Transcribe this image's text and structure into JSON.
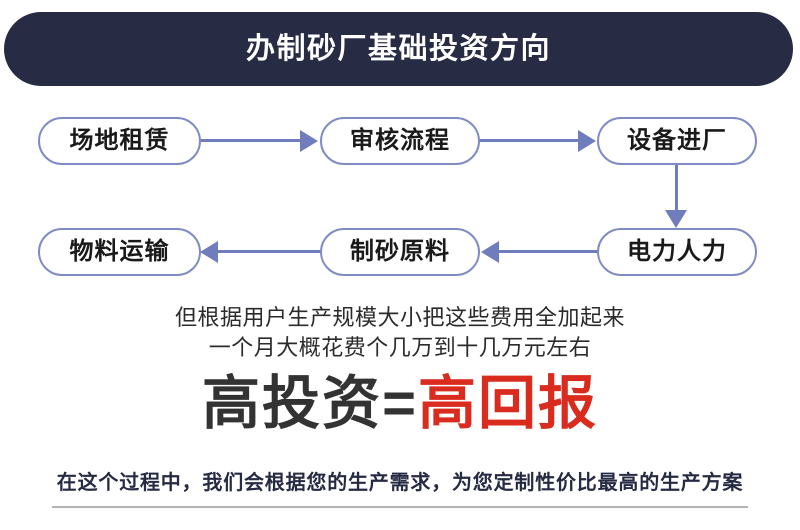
{
  "header": {
    "title": "办制砂厂基础投资方向",
    "background_color": "#272b43",
    "text_color": "#ffffff"
  },
  "flowchart": {
    "node_border_color": "#7f8cc4",
    "connector_color": "#6f7dbd",
    "nodes": [
      {
        "id": "site-rental",
        "label": "场地租赁",
        "row": 1,
        "col": 1
      },
      {
        "id": "review-process",
        "label": "审核流程",
        "row": 1,
        "col": 2
      },
      {
        "id": "equipment-intake",
        "label": "设备进厂",
        "row": 1,
        "col": 3
      },
      {
        "id": "material-transport",
        "label": "物料运输",
        "row": 2,
        "col": 1
      },
      {
        "id": "sand-raw-material",
        "label": "制砂原料",
        "row": 2,
        "col": 2
      },
      {
        "id": "power-manpower",
        "label": "电力人力",
        "row": 2,
        "col": 3
      }
    ],
    "connectors": [
      {
        "from": "site-rental",
        "to": "review-process",
        "direction": "right"
      },
      {
        "from": "review-process",
        "to": "equipment-intake",
        "direction": "right"
      },
      {
        "from": "equipment-intake",
        "to": "power-manpower",
        "direction": "down"
      },
      {
        "from": "power-manpower",
        "to": "sand-raw-material",
        "direction": "left"
      },
      {
        "from": "sand-raw-material",
        "to": "material-transport",
        "direction": "left"
      }
    ]
  },
  "body": {
    "line1": "但根据用户生产规模大小把这些费用全加起来",
    "line2": "一个月大概花费个几万到十几万元左右"
  },
  "headline": {
    "part1": "高投资",
    "equals": "=",
    "part2": "高回报",
    "part1_color": "#333333",
    "part2_color": "#d92b1e"
  },
  "footer": {
    "text": "在这个过程中，我们会根据您的生产需求，为您定制性价比最高的生产方案",
    "text_color": "#262b43",
    "rule_color": "#b3b3b3"
  }
}
